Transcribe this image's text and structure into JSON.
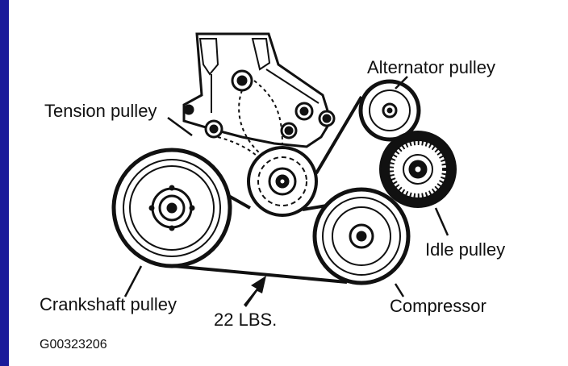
{
  "colors": {
    "side_bar": "#1a1a9a",
    "ink": "#111111",
    "paper": "#ffffff"
  },
  "labels": {
    "alternator": "Alternator pulley",
    "tension": "Tension pulley",
    "idle": "Idle pulley",
    "crankshaft": "Crankshaft pulley",
    "compressor": "Compressor",
    "tension_spec": "22 LBS."
  },
  "figure_code": "G00323206",
  "icons": {
    "arrow": "force-arrow-icon"
  }
}
